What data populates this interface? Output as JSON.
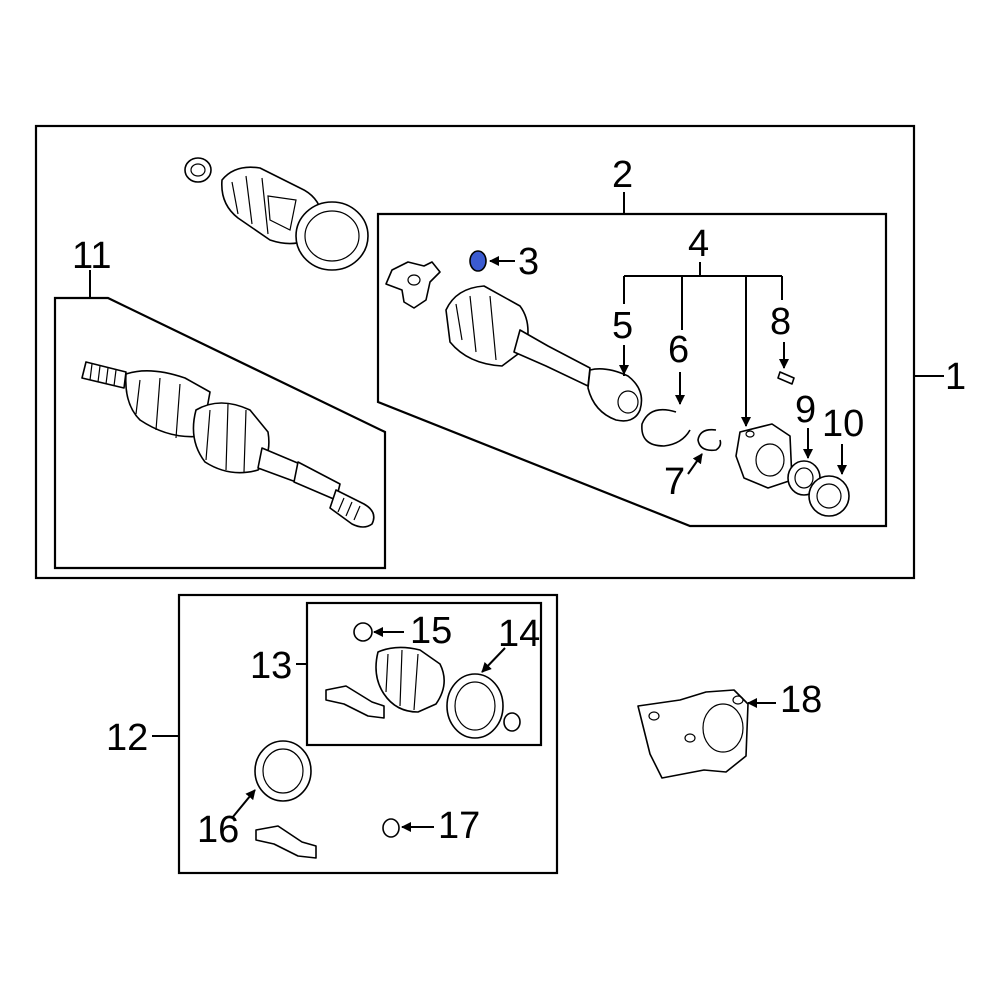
{
  "callouts": {
    "c1": "1",
    "c2": "2",
    "c3": "3",
    "c4": "4",
    "c5": "5",
    "c6": "6",
    "c7": "7",
    "c8": "8",
    "c9": "9",
    "c10": "10",
    "c11": "11",
    "c12": "12",
    "c13": "13",
    "c14": "14",
    "c15": "15",
    "c16": "16",
    "c17": "17",
    "c18": "18"
  },
  "highlight_color": "#3b5bd1",
  "icons": [
    "arrow-icon"
  ]
}
